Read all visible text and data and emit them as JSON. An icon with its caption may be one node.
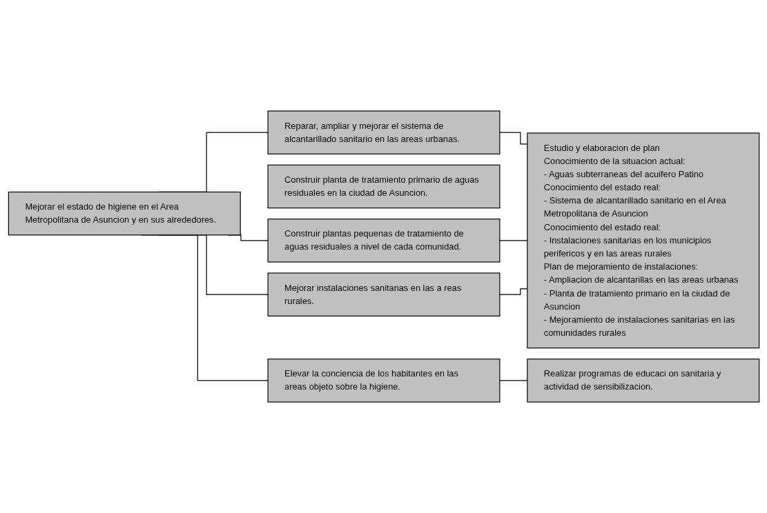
{
  "diagram": {
    "nodes": [
      {
        "text": [
          "Mejorar el estado de higiene en el Area Metropolitana de Asuncion y en sus alrededores."
        ]
      },
      {
        "text": [
          "Reparar, ampliar y mejorar el sistema de alcantarillado sanitario en las areas urbanas."
        ]
      },
      {
        "text": [
          "Construir planta de tratamiento primario de aguas residuales en la ciudad de Asuncion."
        ]
      },
      {
        "text": [
          "Construir plantas pequenas de tratamiento de aguas residuales a nivel de cada comunidad."
        ]
      },
      {
        "text": [
          "Mejorar instalaciones sanitarias en las a reas rurales."
        ]
      },
      {
        "text": [
          "Elevar la conciencia de los habitantes en las areas objeto sobre la higiene."
        ]
      },
      {
        "text": [
          "Estudio y elaboracion de plan",
          "Conocimiento de la situacion actual:",
          "- Aguas subterraneas del acuifero Patino",
          "Conocimiento del estado real:",
          "- Sistema de alcantarillado sanitario en el Area Metropolitana de Asuncion",
          "Conocimiento del estado real:",
          "- Instalaciones sanitarias en los municipios perifericos y en las areas rurales",
          "Plan de mejoramiento de instalaciones:",
          "- Ampliacion de alcantarillas en las areas urbanas",
          "- Planta de tratamiento primario en la ciudad de Asuncion",
          "- Mejoramiento de instalaciones sanitarias en las comunidades rurales"
        ]
      },
      {
        "text": [
          "Realizar programas de educaci on sanitaria y actividad de sensibilizacion."
        ]
      }
    ],
    "edges": [
      {
        "from": 0,
        "to": 1,
        "arrow": "none"
      },
      {
        "from": 0,
        "to": 3,
        "arrow": "none"
      },
      {
        "from": 0,
        "to": 4,
        "arrow": "none"
      },
      {
        "from": 0,
        "to": 5,
        "arrow": "none"
      },
      {
        "from": 1,
        "to": 6,
        "arrow": "none"
      },
      {
        "from": 3,
        "to": 6,
        "arrow": "none"
      },
      {
        "from": 4,
        "to": 6,
        "arrow": "none"
      },
      {
        "from": 5,
        "to": 7,
        "arrow": "none"
      }
    ]
  }
}
